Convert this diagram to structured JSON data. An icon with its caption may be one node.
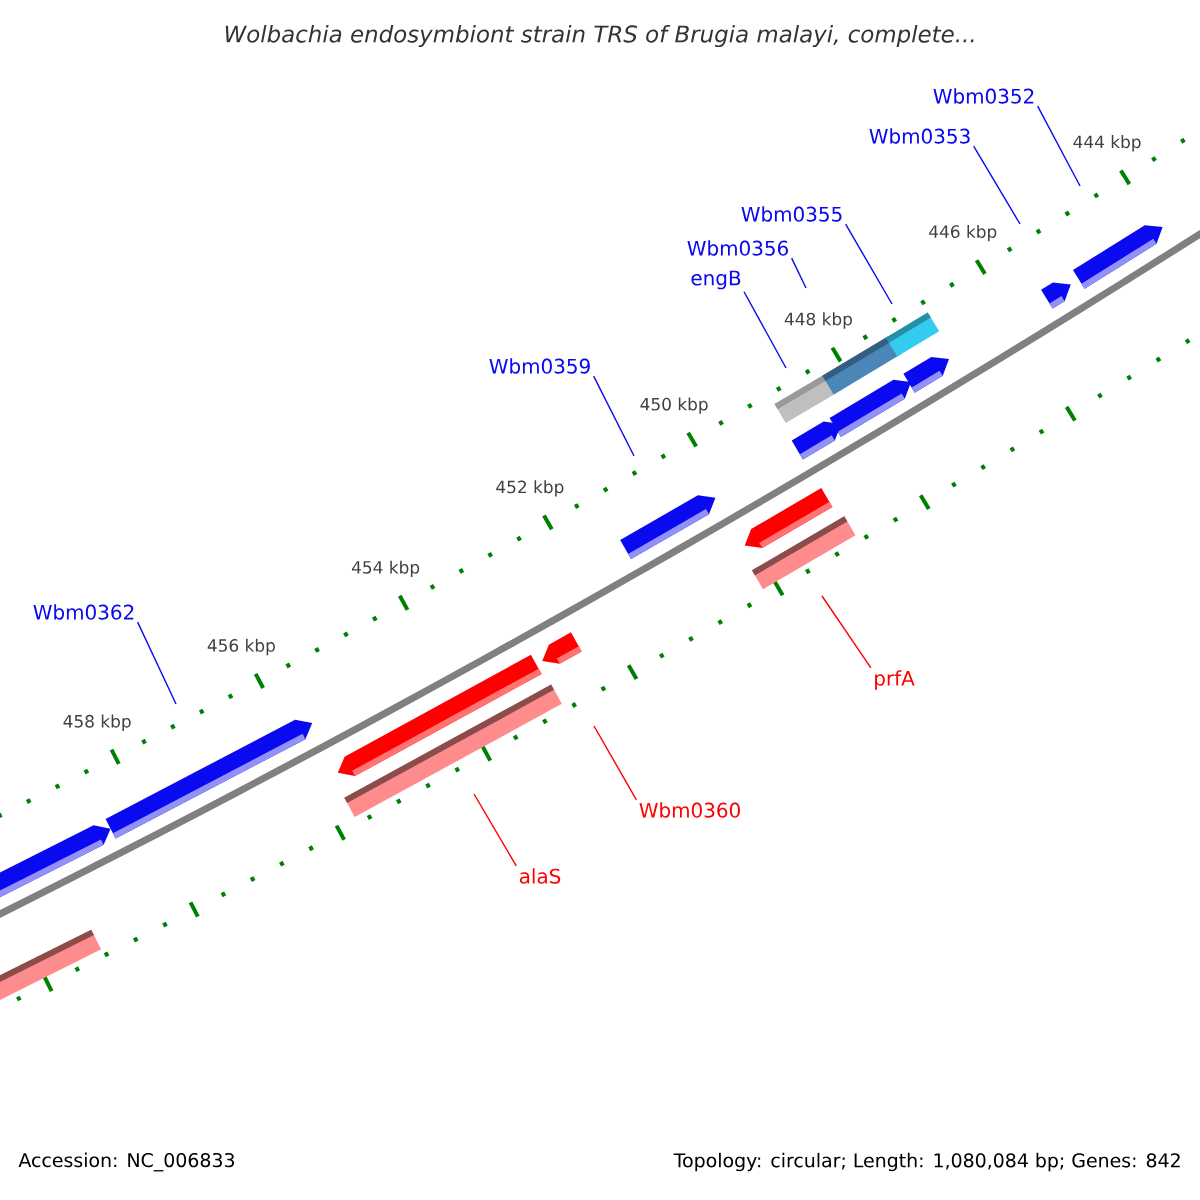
{
  "diagram": {
    "title": "Wolbachia endosymbiont strain TRS of Brugia malayi, complete...",
    "nodes": [
      {
        "text": [
          "Wbm0352"
        ]
      },
      {
        "text": [
          "Wbm0353"
        ]
      },
      {
        "text": [
          "Wbm0355"
        ]
      },
      {
        "text": [
          "Wbm0356"
        ]
      },
      {
        "text": [
          "engB"
        ]
      },
      {
        "text": [
          "Wbm0359"
        ]
      },
      {
        "text": [
          "Wbm0362"
        ]
      },
      {
        "text": [
          "prfA"
        ]
      },
      {
        "text": [
          "Wbm0360"
        ]
      },
      {
        "text": [
          "alaS"
        ]
      }
    ],
    "edges": [
      {
        "from": 0,
        "to": null,
        "arrow": "none"
      },
      {
        "from": 1,
        "to": null,
        "arrow": "none"
      },
      {
        "from": 2,
        "to": null,
        "arrow": "none"
      },
      {
        "from": 3,
        "to": null,
        "arrow": "none"
      },
      {
        "from": 4,
        "to": null,
        "arrow": "none"
      },
      {
        "from": 5,
        "to": null,
        "arrow": "none"
      },
      {
        "from": 6,
        "to": null,
        "arrow": "none"
      },
      {
        "from": 7,
        "to": null,
        "arrow": "none",
        "color": "#ff0000"
      },
      {
        "from": 8,
        "to": null,
        "arrow": "none",
        "color": "#ff0000"
      },
      {
        "from": 9,
        "to": null,
        "arrow": "none",
        "color": "#ff0000"
      }
    ],
    "labels": [
      "444 kbp",
      "446 kbp",
      "448 kbp",
      "450 kbp",
      "452 kbp",
      "454 kbp",
      "456 kbp",
      "458 kbp",
      "Accession: NC_006833",
      "Topology: circular; Length: 1,080,084 bp; Genes: 842"
    ]
  }
}
